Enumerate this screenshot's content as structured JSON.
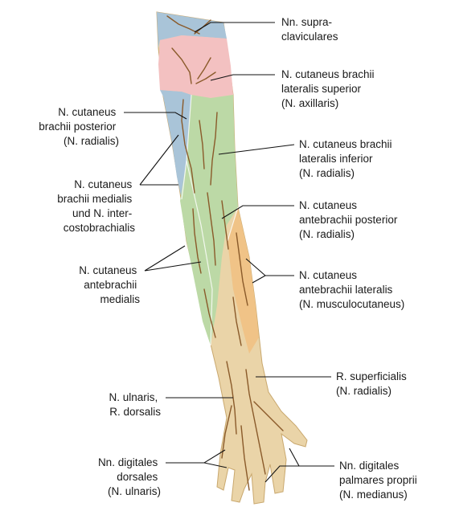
{
  "colors": {
    "blue": "#a9c4d8",
    "pink": "#f3c1c1",
    "green": "#bcd9a6",
    "orange": "#f0c387",
    "skin": "#ead4a8",
    "nerve": "#8a5a2a"
  },
  "labels": {
    "supraclav": [
      "Nn. supra-",
      "claviculares"
    ],
    "lat_sup": [
      "N. cutaneus brachii",
      "lateralis superior",
      "(N. axillaris)"
    ],
    "post_brachii": [
      "N. cutaneus",
      "brachii posterior",
      "(N. radialis)"
    ],
    "lat_inf": [
      "N. cutaneus brachii",
      "lateralis inferior",
      "(N. radialis)"
    ],
    "med_brachii": [
      "N. cutaneus",
      "brachii medialis",
      "und N. inter-",
      "costobrachialis"
    ],
    "post_antebrachii": [
      "N. cutaneus",
      "antebrachii posterior",
      "(N. radialis)"
    ],
    "med_antebrachii": [
      "N. cutaneus",
      "antebrachii",
      "medialis"
    ],
    "lat_antebrachii": [
      "N. cutaneus",
      "antebrachii lateralis",
      "(N. musculocutaneus)"
    ],
    "sup_radialis": [
      "R. superficialis",
      "(N. radialis)"
    ],
    "ulnaris_dorsalis": [
      "N. ulnaris,",
      "R. dorsalis"
    ],
    "dig_dorsales": [
      "Nn. digitales",
      "dorsales",
      "(N. ulnaris)"
    ],
    "dig_palmares": [
      "Nn. digitales",
      "palmares proprii",
      "(N. medianus)"
    ]
  }
}
